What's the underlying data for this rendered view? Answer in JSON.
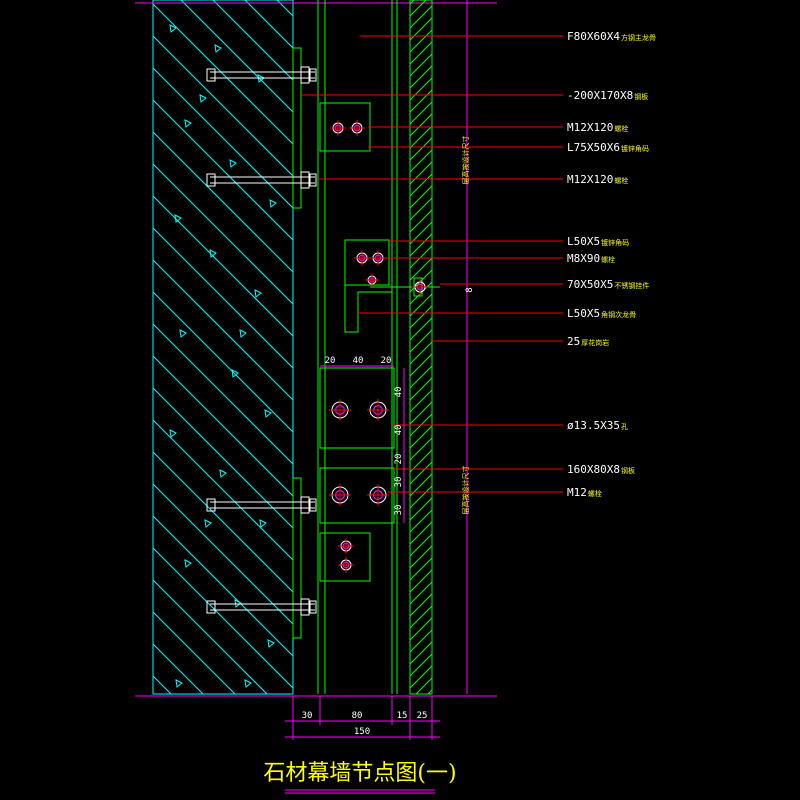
{
  "title": "石材幕墙节点图(一)",
  "colors": {
    "background": "#000000",
    "concrete": "#00ffff",
    "steel": "#00ff00",
    "bolt": "#ff00ff",
    "plate": "#00ff00",
    "leader": "#ff0000",
    "text": "#ffffff",
    "title": "#ffff00",
    "dim": "#ff00ff"
  },
  "callouts": [
    {
      "id": "c1",
      "main": "F80X60X4",
      "cn": "方钢主龙骨"
    },
    {
      "id": "c2",
      "main": "-200X170X8",
      "cn": "钢板"
    },
    {
      "id": "c3",
      "main": "M12X120",
      "cn": "螺栓"
    },
    {
      "id": "c4",
      "main": "L75X50X6",
      "cn": "镀锌角码"
    },
    {
      "id": "c5",
      "main": "M12X120",
      "cn": "螺栓"
    },
    {
      "id": "c6",
      "main": "L50X5",
      "cn": "镀锌角码"
    },
    {
      "id": "c7",
      "main": "M8X90",
      "cn": "螺栓"
    },
    {
      "id": "c8",
      "main": "70X50X5",
      "cn": "不锈钢挂件"
    },
    {
      "id": "c9",
      "main": "L50X5",
      "cn": "角钢次龙骨"
    },
    {
      "id": "c10",
      "main": "25",
      "cn": "厚花岗岩"
    },
    {
      "id": "c11",
      "main": "ø13.5X35",
      "cn": "孔"
    },
    {
      "id": "c12",
      "main": "160X80X8",
      "cn": "钢板"
    },
    {
      "id": "c13",
      "main": "M12",
      "cn": "螺栓"
    }
  ],
  "dims_bottom": [
    "30",
    "80",
    "15",
    "25"
  ],
  "dim_total": "150",
  "dims_top_plate": [
    "20",
    "40",
    "20"
  ],
  "dims_side_plate": [
    "40",
    "40",
    "20",
    "30",
    "30"
  ],
  "vertical_notes": [
    "层高按设计尺寸",
    "层高按设计尺寸"
  ],
  "small_dim": "8"
}
